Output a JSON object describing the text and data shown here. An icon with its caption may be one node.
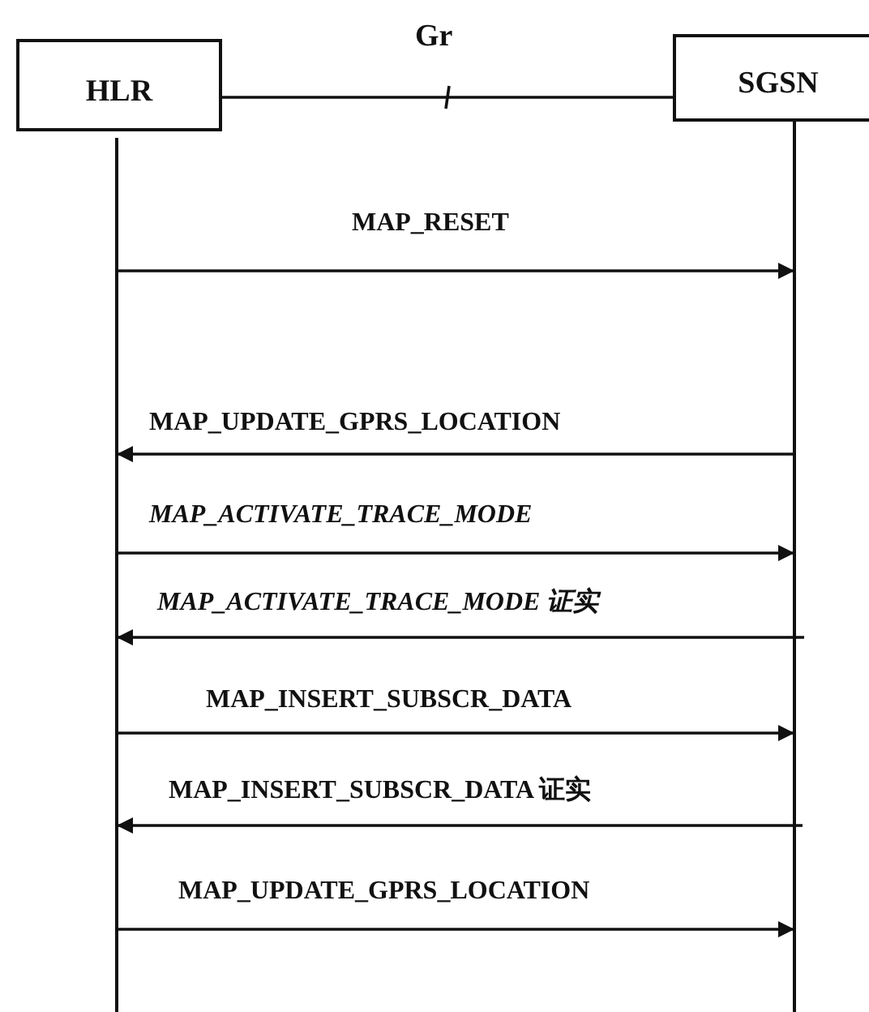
{
  "diagram": {
    "nodes": [
      {
        "text": [
          "HLR"
        ]
      },
      {
        "text": [
          "SGSN"
        ]
      },
      {
        "text": [],
        "shape": "line"
      },
      {
        "text": [],
        "shape": "line"
      }
    ],
    "edges": [
      {
        "from": 0,
        "to": 1,
        "arrow": "none",
        "label": "Gr"
      },
      {
        "from": 2,
        "to": 3,
        "arrow": "to",
        "label": "MAP_RESET"
      },
      {
        "from": 3,
        "to": 2,
        "arrow": "to",
        "label": "MAP_UPDATE_GPRS_LOCATION"
      },
      {
        "from": 2,
        "to": 3,
        "arrow": "to",
        "label": "MAP_ACTIVATE_TRACE_MODE"
      },
      {
        "from": 3,
        "to": 2,
        "arrow": "to",
        "label": "MAP_ACTIVATE_TRACE_MODE 证实"
      },
      {
        "from": 2,
        "to": 3,
        "arrow": "to",
        "label": "MAP_INSERT_SUBSCR_DATA"
      },
      {
        "from": 3,
        "to": 2,
        "arrow": "to",
        "label": "MAP_INSERT_SUBSCR_DATA 证实"
      },
      {
        "from": 2,
        "to": 3,
        "arrow": "to",
        "label": "MAP_UPDATE_GPRS_LOCATION"
      }
    ]
  }
}
